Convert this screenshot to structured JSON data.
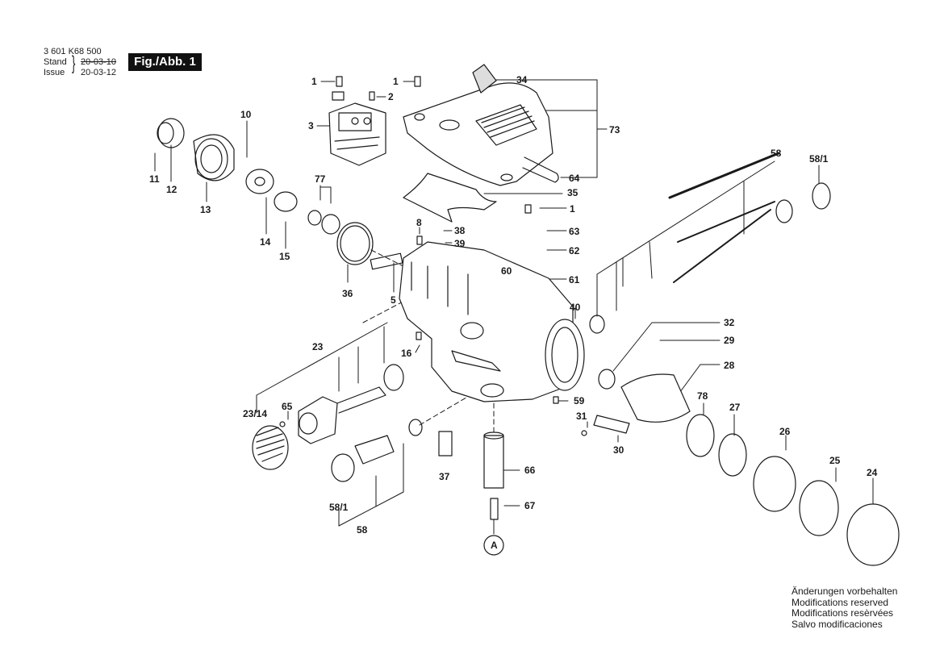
{
  "header": {
    "part_number": "3 601 K68 500",
    "stand_label": "Stand",
    "issue_label": "Issue",
    "stand_date": "20-03-10",
    "issue_date": "20-03-12",
    "figure_label": "Fig./Abb. 1"
  },
  "callouts": {
    "c1a": "1",
    "c1b": "1",
    "c1c": "1",
    "c2": "2",
    "c3": "3",
    "c5": "5",
    "c8": "8",
    "c10": "10",
    "c11": "11",
    "c12": "12",
    "c13": "13",
    "c14": "14",
    "c15": "15",
    "c16": "16",
    "c23": "23",
    "c23_14": "23/14",
    "c24": "24",
    "c25": "25",
    "c26": "26",
    "c27": "27",
    "c28": "28",
    "c29": "29",
    "c30": "30",
    "c31": "31",
    "c32": "32",
    "c34": "34",
    "c35": "35",
    "c36": "36",
    "c37": "37",
    "c38": "38",
    "c39": "39",
    "c40": "40",
    "c58a": "58",
    "c58b": "58",
    "c58_1a": "58/1",
    "c58_1b": "58/1",
    "c59": "59",
    "c60": "60",
    "c61": "61",
    "c62": "62",
    "c63": "63",
    "c64": "64",
    "c65": "65",
    "c66": "66",
    "c67": "67",
    "c73": "73",
    "c77": "77",
    "c78": "78",
    "cA": "A"
  },
  "notes": [
    "Änderungen vorbehalten",
    "Modifications reserved",
    "Modifications resèrvées",
    "Salvo modificaciones"
  ]
}
